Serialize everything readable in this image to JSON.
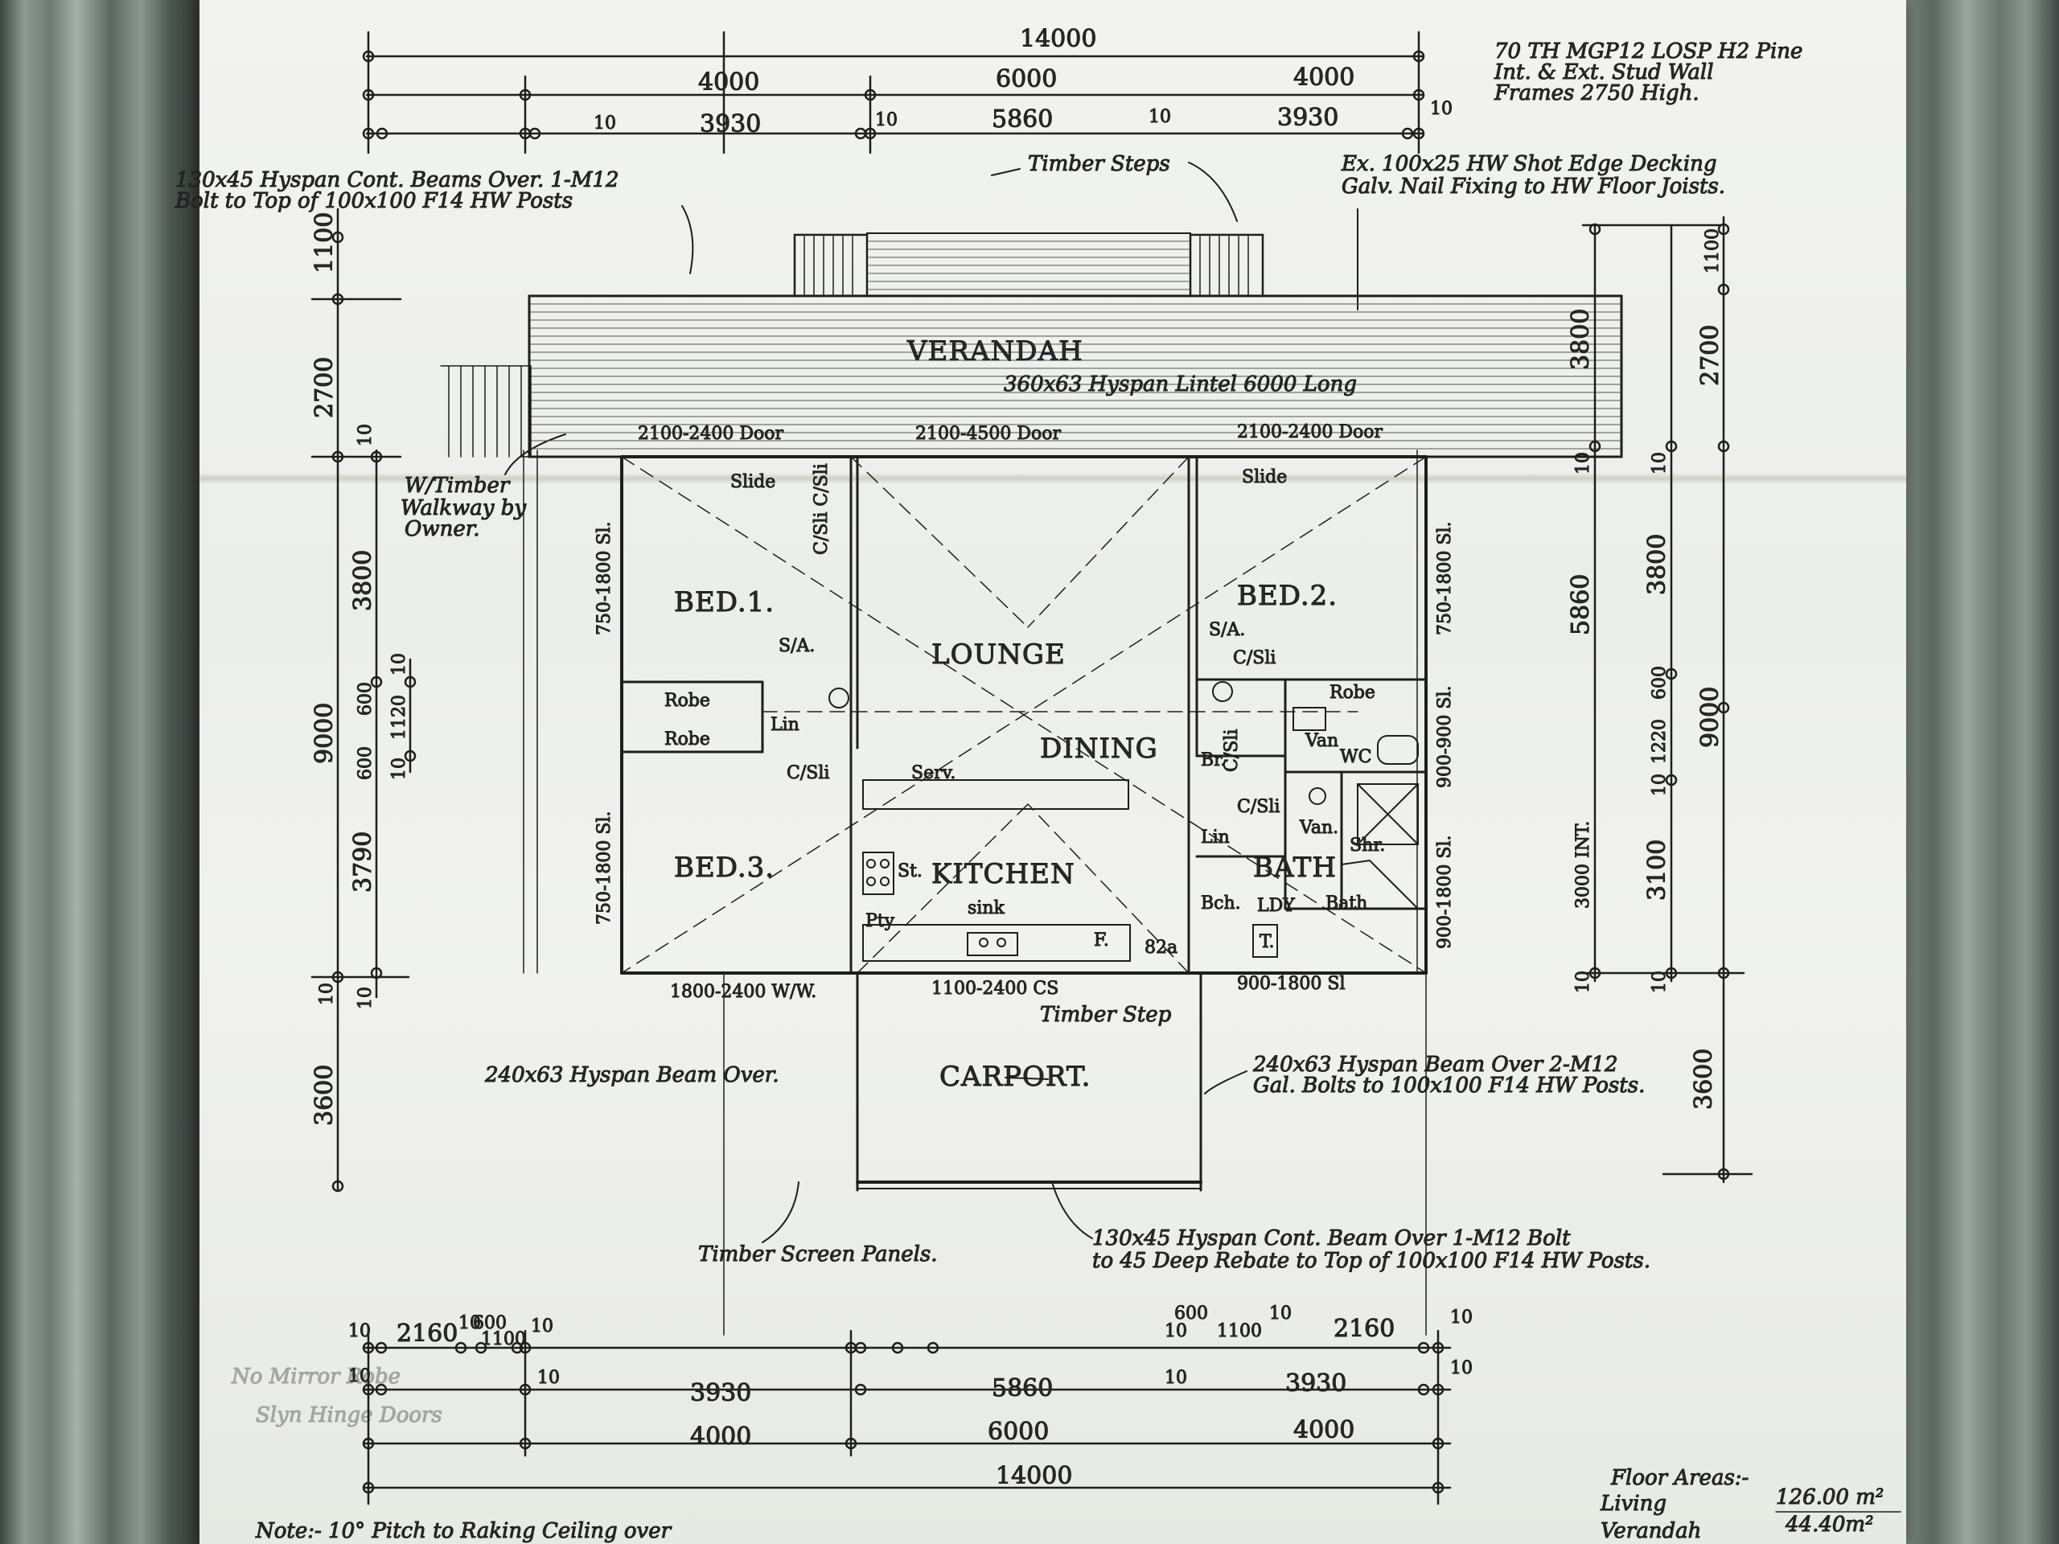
{
  "rooms": {
    "verandah": "VERANDAH",
    "bed1": "BED.1.",
    "bed2": "BED.2.",
    "bed3": "BED.3.",
    "lounge": "LOUNGE",
    "dining": "DINING",
    "kitchen": "KITCHEN",
    "bath": "BATH",
    "carport": "CARPORT.",
    "ldy": "LDY",
    "wc": "WC",
    "robe_a": "Robe",
    "robe_b": "Robe",
    "robe_c": "Robe",
    "lin_a": "Lin",
    "lin_b": "Lin",
    "serv": "Serv.",
    "sink": "sink",
    "st": "St.",
    "pty": "Pty",
    "fridge": "F.",
    "br": "Br.",
    "bch": "Bch.",
    "van": "Van",
    "van2": "Van.",
    "shr": "Shr.",
    "bath_small": "Bath",
    "sa_left": "S/A.",
    "sa_right": "S/A.",
    "csli_1": "C/Sli C/Sli",
    "csli_2": "C/Sli",
    "csli_3": "C/Sli",
    "csli_4": "C/Sli",
    "csli_5": "C/Sli",
    "slide_1": "Slide",
    "slide_2": "Slide",
    "tub": "T."
  },
  "top_dims": {
    "overall": "14000",
    "seg": [
      "4000",
      "6000",
      "4000"
    ],
    "inner": [
      "3930",
      "5860",
      "3930"
    ],
    "gaps": [
      "10",
      "10",
      "10",
      "10"
    ]
  },
  "bottom_dims": {
    "overall": "14000",
    "seg": [
      "4000",
      "6000",
      "4000"
    ],
    "inner": [
      "3930",
      "5860",
      "3930"
    ],
    "left_parts": [
      "10",
      "2160",
      "10",
      "600",
      "1100",
      "10"
    ],
    "right_parts": [
      "10",
      "600",
      "1100",
      "10",
      "2160",
      "10"
    ],
    "gaps": [
      "10",
      "10",
      "10",
      "10"
    ]
  },
  "left_dims": [
    "1100",
    "2700",
    "10",
    "3800",
    "9000",
    "600",
    "600",
    "10",
    "1120",
    "10",
    "3790",
    "10",
    "3600",
    "10"
  ],
  "right_dims": [
    "1100",
    "3800",
    "2700",
    "10",
    "10",
    "5860",
    "3800",
    "600",
    "1220",
    "9000",
    "10",
    "3000 INT.",
    "3100",
    "10",
    "10",
    "3600"
  ],
  "openings": {
    "door_1": "2100-2400 Door",
    "door_2": "2100-4500 Door",
    "door_3": "2100-2400 Door",
    "win_left_1": "750-1800 Sl.",
    "win_left_2": "750-1800 Sl.",
    "win_right_1": "750-1800 Sl.",
    "win_right_2": "900-1800 Sl.",
    "win_right_3": "900-900 Sl.",
    "win_bottom_1": "1800-2400 W/W.",
    "win_bottom_2": "1100-2400 CS",
    "win_bottom_3": "900-1800 Sl",
    "door_82": "82a"
  },
  "notes": {
    "frames": [
      "70 TH MGP12 LOSP H2 Pine",
      "Int. & Ext. Stud Wall",
      "Frames 2750 High."
    ],
    "beams_top": [
      "130x45 Hyspan Cont. Beams Over. 1-M12",
      "Bolt to Top of 100x100 F14 HW Posts"
    ],
    "timber_steps": "Timber Steps",
    "decking": [
      "Ex. 100x25 HW Shot Edge Decking",
      "Galv. Nail Fixing to HW Floor Joists."
    ],
    "lintel": "360x63 Hyspan Lintel 6000 Long",
    "walkway": [
      "W/Timber",
      "Walkway by",
      "Owner."
    ],
    "beam_left": "240x63 Hyspan Beam Over.",
    "beam_right": [
      "240x63 Hyspan Beam Over 2-M12",
      "Gal. Bolts to 100x100 F14 HW Posts."
    ],
    "timber_step": "Timber Step",
    "screen_panels": "Timber Screen Panels.",
    "beam_bottom": [
      "130x45 Hyspan Cont. Beam Over 1-M12 Bolt",
      "to 45 Deep Rebate to Top of 100x100 F14 HW Posts."
    ],
    "faint": [
      "No Mirror Robe",
      "Slyn Hinge Doors"
    ],
    "pitch": "Note:- 10° Pitch to Raking Ceiling over"
  },
  "floor_areas": {
    "title": "Floor Areas:-",
    "living_label": "Living",
    "living_value": "126.00 m²",
    "verandah_label": "Verandah",
    "verandah_value": "44.40m²"
  }
}
